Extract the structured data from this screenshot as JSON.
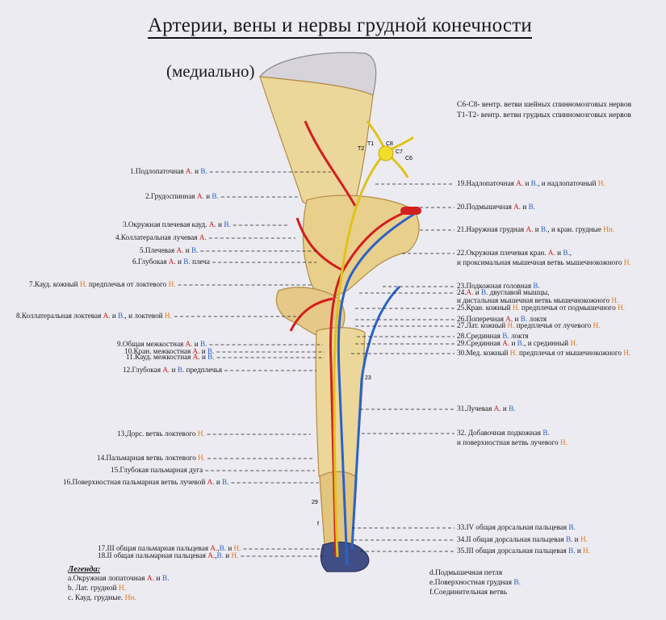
{
  "title": "Артерии, вены и нервы грудной конечности",
  "subtitle": "(медиально)",
  "notes": [
    "C6-C8- вентр. ветви шейных спинномозговых нервов",
    "T1-T2- вентр. ветви грудных спинномозговых нервов"
  ],
  "colors": {
    "artery": "#d21f1f",
    "vein": "#2a62c9",
    "nerve": "#e07a1a"
  },
  "spinal_labels": [
    "T1",
    "T2",
    "C8",
    "C7",
    "C6"
  ],
  "inner_labels": [
    "23",
    "29",
    "f"
  ],
  "left_labels": [
    {
      "parts": [
        [
          "1.Подлопаточная ",
          ""
        ],
        [
          "А.",
          "a"
        ],
        [
          " и ",
          ""
        ],
        [
          "В.",
          "v"
        ]
      ]
    },
    {
      "parts": [
        [
          "2.Грудоспинная ",
          ""
        ],
        [
          "А.",
          "a"
        ],
        [
          " и ",
          ""
        ],
        [
          "В.",
          "v"
        ]
      ]
    },
    {
      "parts": [
        [
          "3.Окружная плечевая кауд. ",
          ""
        ],
        [
          "А.",
          "a"
        ],
        [
          " и ",
          ""
        ],
        [
          "В.",
          "v"
        ]
      ]
    },
    {
      "parts": [
        [
          "4.Коллатеральная лучевая ",
          ""
        ],
        [
          "А.",
          "a"
        ]
      ]
    },
    {
      "parts": [
        [
          "5.Плечевая ",
          ""
        ],
        [
          "А.",
          "a"
        ],
        [
          " и ",
          ""
        ],
        [
          "В.",
          "v"
        ]
      ]
    },
    {
      "parts": [
        [
          "6.Глубокая ",
          ""
        ],
        [
          "А.",
          "a"
        ],
        [
          " и ",
          ""
        ],
        [
          "В.",
          "v"
        ],
        [
          " плеча",
          ""
        ]
      ]
    },
    {
      "parts": [
        [
          "7.Кауд. кожный ",
          ""
        ],
        [
          "Н.",
          "n"
        ],
        [
          " предплечья от локтевого ",
          ""
        ],
        [
          "Н.",
          "n"
        ]
      ]
    },
    {
      "parts": [
        [
          "8.Коллатеральная локтевая ",
          ""
        ],
        [
          "А.",
          "a"
        ],
        [
          " и ",
          ""
        ],
        [
          "В.",
          "v"
        ],
        [
          ", и локтевой ",
          ""
        ],
        [
          "Н.",
          "n"
        ]
      ]
    },
    {
      "parts": [
        [
          "9.Общая  межкостная  ",
          ""
        ],
        [
          "А.",
          "a"
        ],
        [
          " и ",
          ""
        ],
        [
          "В.",
          "v"
        ]
      ]
    },
    {
      "parts": [
        [
          "10.Кран.  межкостная  ",
          ""
        ],
        [
          "А.",
          "a"
        ],
        [
          " и ",
          ""
        ],
        [
          "В.",
          "v"
        ]
      ]
    },
    {
      "parts": [
        [
          "11.Кауд. межкостная  ",
          ""
        ],
        [
          "А.",
          "a"
        ],
        [
          " и ",
          ""
        ],
        [
          "В.",
          "v"
        ]
      ]
    },
    {
      "parts": [
        [
          "12.Глубокая ",
          ""
        ],
        [
          "А.",
          "a"
        ],
        [
          " и ",
          ""
        ],
        [
          "В.",
          "v"
        ],
        [
          " предплечья",
          ""
        ]
      ]
    },
    {
      "parts": [
        [
          "13.Дорс. ветвь локтевого ",
          ""
        ],
        [
          "Н.",
          "n"
        ]
      ]
    },
    {
      "parts": [
        [
          "14.Пальмарная ветвь  локтевого ",
          ""
        ],
        [
          "Н.",
          "n"
        ]
      ]
    },
    {
      "parts": [
        [
          "15.Глубокая пальмарная дуга",
          ""
        ]
      ]
    },
    {
      "parts": [
        [
          "16.Поверхностная пальмарная ветвь лучевой ",
          ""
        ],
        [
          "А.",
          "a"
        ],
        [
          " и ",
          ""
        ],
        [
          "В.",
          "v"
        ]
      ]
    },
    {
      "parts": [
        [
          "17.III общая пальмарная пальцевая ",
          ""
        ],
        [
          "А.",
          "a"
        ],
        [
          ",",
          ""
        ],
        [
          "В.",
          "v"
        ],
        [
          " и ",
          ""
        ],
        [
          "Н.",
          "n"
        ]
      ]
    },
    {
      "parts": [
        [
          "18.II общая пальмарная пальцевая ",
          ""
        ],
        [
          "А.",
          "a"
        ],
        [
          ",",
          ""
        ],
        [
          "В.",
          "v"
        ],
        [
          " и  ",
          ""
        ],
        [
          "Н.",
          "n"
        ]
      ]
    }
  ],
  "right_labels": [
    {
      "parts": [
        [
          "19.Надлопаточная ",
          ""
        ],
        [
          "А.",
          "a"
        ],
        [
          " и ",
          ""
        ],
        [
          "В.",
          "v"
        ],
        [
          ", и надлопаточный ",
          ""
        ],
        [
          "Н.",
          "n"
        ]
      ]
    },
    {
      "parts": [
        [
          "20.Подмышечная ",
          ""
        ],
        [
          "А.",
          "a"
        ],
        [
          " и ",
          ""
        ],
        [
          "В.",
          "v"
        ]
      ]
    },
    {
      "parts": [
        [
          "21.Наружная грудная ",
          ""
        ],
        [
          "А.",
          "a"
        ],
        [
          " и ",
          ""
        ],
        [
          "В.",
          "v"
        ],
        [
          ", и кран. грудные ",
          ""
        ],
        [
          "Нн.",
          "n"
        ]
      ]
    },
    {
      "parts": [
        [
          "22.Окружная плечевая кран. ",
          ""
        ],
        [
          "А.",
          "a"
        ],
        [
          " и ",
          ""
        ],
        [
          "В.",
          "v"
        ],
        [
          ",",
          ""
        ]
      ]
    },
    {
      "parts": [
        [
          "и проксимальная мышечная ветвь мышечнокожного ",
          ""
        ],
        [
          "Н.",
          "n"
        ]
      ]
    },
    {
      "parts": [
        [
          "23.Подкожная головная  ",
          ""
        ],
        [
          "В.",
          "v"
        ]
      ]
    },
    {
      "parts": [
        [
          "24.",
          ""
        ],
        [
          "А.",
          "a"
        ],
        [
          " и ",
          ""
        ],
        [
          "В.",
          "v"
        ],
        [
          " двуглавой мышцы,",
          ""
        ]
      ]
    },
    {
      "parts": [
        [
          "и дистальная мышечная ветвь мышечнокожного ",
          ""
        ],
        [
          "Н.",
          "n"
        ]
      ]
    },
    {
      "parts": [
        [
          "25.Кран. кожный ",
          ""
        ],
        [
          "Н.",
          "n"
        ],
        [
          " предплечья от подмышечного ",
          ""
        ],
        [
          "Н.",
          "n"
        ]
      ]
    },
    {
      "parts": [
        [
          "26.Поперечная ",
          ""
        ],
        [
          "А.",
          "a"
        ],
        [
          " и ",
          ""
        ],
        [
          "В.",
          "v"
        ],
        [
          " локтя",
          ""
        ]
      ]
    },
    {
      "parts": [
        [
          "27.Лат. кожный ",
          ""
        ],
        [
          "Н.",
          "n"
        ],
        [
          " предплечья от лучевого ",
          ""
        ],
        [
          "Н.",
          "n"
        ]
      ]
    },
    {
      "parts": [
        [
          "28.Срединная ",
          ""
        ],
        [
          "В.",
          "v"
        ],
        [
          " локтя",
          ""
        ]
      ]
    },
    {
      "parts": [
        [
          "29.Срединная ",
          ""
        ],
        [
          "А.",
          "a"
        ],
        [
          " и ",
          ""
        ],
        [
          "В.",
          "v"
        ],
        [
          ", и срединный ",
          ""
        ],
        [
          "Н.",
          "n"
        ]
      ]
    },
    {
      "parts": [
        [
          "30.Мед. кожный ",
          ""
        ],
        [
          "Н.",
          "n"
        ],
        [
          " предплечья от мышечнокожного ",
          ""
        ],
        [
          "Н.",
          "n"
        ]
      ]
    },
    {
      "parts": [
        [
          "31.Лучевая ",
          ""
        ],
        [
          "А.",
          "a"
        ],
        [
          " и ",
          ""
        ],
        [
          "В.",
          "v"
        ]
      ]
    },
    {
      "parts": [
        [
          "32. Добавочная подкожная ",
          ""
        ],
        [
          "В.",
          "v"
        ]
      ]
    },
    {
      "parts": [
        [
          "и поверхностная ветвь лучевого ",
          ""
        ],
        [
          "Н.",
          "n"
        ]
      ]
    },
    {
      "parts": [
        [
          "33.IV общая дорсальная пальцевая ",
          ""
        ],
        [
          "В.",
          "v"
        ]
      ]
    },
    {
      "parts": [
        [
          "34.II общая дорсальная пальцевая ",
          ""
        ],
        [
          "В.",
          "v"
        ],
        [
          " и ",
          ""
        ],
        [
          "Н.",
          "n"
        ]
      ]
    },
    {
      "parts": [
        [
          "35.III общая дорсальная пальцевая ",
          ""
        ],
        [
          "В.",
          "v"
        ],
        [
          " и ",
          ""
        ],
        [
          "Н.",
          "n"
        ]
      ]
    }
  ],
  "legend": {
    "title": "Легенда:",
    "left": [
      {
        "parts": [
          [
            "a.Окружная лопаточная ",
            ""
          ],
          [
            "А.",
            "a"
          ],
          [
            " и ",
            ""
          ],
          [
            "В.",
            "v"
          ]
        ]
      },
      {
        "parts": [
          [
            "b. Лат. грудной ",
            ""
          ],
          [
            "Н.",
            "n"
          ]
        ]
      },
      {
        "parts": [
          [
            "c. Кауд. грудные. ",
            ""
          ],
          [
            "Нн.",
            "n"
          ]
        ]
      }
    ],
    "right": [
      {
        "parts": [
          [
            "d.Подмышечная петля",
            ""
          ]
        ]
      },
      {
        "parts": [
          [
            "e.Поверхностная грудная ",
            ""
          ],
          [
            "В.",
            "v"
          ]
        ]
      },
      {
        "parts": [
          [
            "f.Соединительная ветвь",
            ""
          ]
        ]
      }
    ]
  }
}
